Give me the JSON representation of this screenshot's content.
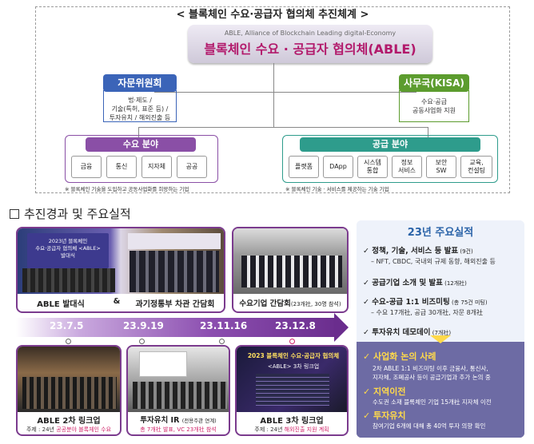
{
  "org": {
    "title": "< 블록체인 수요·공급자 협의체 추진체계 >",
    "able_en": "ABLE, Alliance of Blockchain Leading digital-Economy",
    "able_ko": "블록체인 수요 · 공급자 협의체(ABLE)",
    "advisory": {
      "title": "자문위원회",
      "l1": "법·제도 /",
      "l2": "기술(특허, 표준 등) /",
      "l3": "투자유치 / 해외진출 등"
    },
    "secretariat": {
      "title": "사무국(KISA)",
      "l1": "수요·공급",
      "l2": "공동사업화 지원"
    },
    "demand": {
      "title": "수요 분야",
      "items": [
        "금융",
        "통신",
        "지자체",
        "공공"
      ],
      "note": "※ 블록체인 기술을 도입하고 공동사업화를 희망하는 기업"
    },
    "supply": {
      "title": "공급 분야",
      "items": [
        "플랫폼",
        "DApp",
        "시스템\n통합",
        "정보\n서비스",
        "보안\nSW",
        "교육,\n컨설팅"
      ],
      "note": "※ 블록체인 기술 · 서비스를 제공하는 기술 기업"
    }
  },
  "section_title": "추진경과 및 주요실적",
  "photos": {
    "p1_slide": "2023년 블록체인\n수요·공급자 협의체 <ABLE>\n발대식",
    "p1_cap": "ABLE 발대식",
    "amp": "&",
    "p2_cap": "과기정통부 차관 간담회",
    "p3_cap": "수요기업 간담회",
    "p3_sub": "(23개社, 30명 참석)",
    "p4_cap": "ABLE 2차 링크업",
    "p4_sub_a": "주제 : 24년 ",
    "p4_sub_b": "공공분야 블록체인 수요",
    "p5_cap": "투자유치 IR",
    "p5_sub1": "(전용주관 연계)",
    "p5_sub_a": "총 7개社 발표,",
    "p5_sub_b": " VC 23개社 참석",
    "p6_banner": "2023 블록체인 수요·공급자 협의체",
    "p6_banner2": "<ABLE> 3차 링크업",
    "p6_cap": "ABLE 3차 링크업",
    "p6_sub_a": "주제 : 24년 ",
    "p6_sub_b": "해외진출 지원 계획"
  },
  "timeline": {
    "dates": [
      "23.7.5",
      "23.9.19",
      "23.11.16",
      "23.12.8"
    ]
  },
  "results": {
    "title": "23년 주요실적",
    "i1": "✓ 정책, 기술, 서비스 등 발표",
    "i1_small": " (9건)",
    "i1_sub": "– NFT, CBDC, 국내외 규제 동향, 해외진출 등",
    "i2": "✓ 공급기업 소개 및 발표",
    "i2_small": " (12개社)",
    "i3": "✓ 수요-공급 1:1 비즈미팅",
    "i3_small": " (총 75건 미팅)",
    "i3_sub": "– 수요 17개社, 공급 30개社, 자문 8개社",
    "i4": "✓ 투자유치 데모데이",
    "i4_small": " (7개社)",
    "b1": "✓ 사업화 논의 사례",
    "b1_s1": "2차 ABLE 1:1 비즈미팅 이후 금융사, 통신사,",
    "b1_s2": "지자체, 조폐공사 등이 공급기업과 추가 논의 중",
    "b2": "✓ 지역이전",
    "b2_s1": "수도권 소재 블록체인 기업 15개社 지자체 이전",
    "b3": "✓ 투자유치",
    "b3_s1": "참여기업 6개에 대해 총 40억 투자 의향 확인"
  },
  "colors": {
    "advisory": "#3b64b8",
    "secretariat": "#5c9c2e",
    "demand": "#8a4fa6",
    "supply": "#2e9c8c",
    "accent": "#b2196b",
    "timeline": "#6a2d8d"
  }
}
